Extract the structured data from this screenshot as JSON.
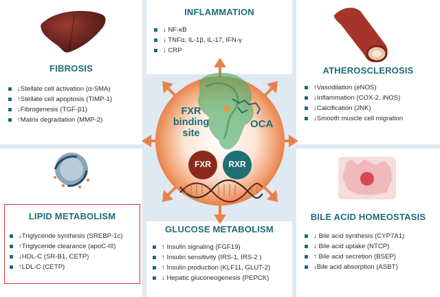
{
  "panels": {
    "fibrosis": {
      "title": "FIBROSIS",
      "items": [
        "↓Stellate cell activation (α-SMA)",
        "↑Stellate cell apoptosis (TIMP-1)",
        "↓Fibrogenesis (TGF-β1)",
        "↑Matrix degradation (MMP-2)"
      ]
    },
    "inflammation": {
      "title": "INFLAMMATION",
      "items": [
        "↓ NF-κB",
        "↓ TNFα, IL-1β, IL-17, IFN-γ",
        "↓ CRP"
      ]
    },
    "atherosclerosis": {
      "title": "ATHEROSCLEROSIS",
      "items": [
        "↑Vasodilation (eNOS)",
        "↓Inflammation (COX-2, iNOS)",
        "↓Calcification (JNK)",
        "↓Smooth muscle cell migration"
      ]
    },
    "lipid": {
      "title": "LIPID METABOLISM",
      "items": [
        "↓Triglyceride synthesis (SREBP-1c)",
        "↑Triglyceride clearance (apoC-III)",
        "↓HDL-C (SR-B1, CETP)",
        "↑LDL-C (CETP)"
      ]
    },
    "glucose": {
      "title": "GLUCOSE METABOLISM",
      "items": [
        "↑ Insulin signaling (FGF19)",
        "↑ Insulin sensitivity (IRS-1, IRS-2 )",
        "↑ Insulin production (KLF11, GLUT-2)",
        "↓ Hepatic gluconeogenesis (PEPCK)"
      ]
    },
    "bile": {
      "title": "BILE ACID HOMEOSTASIS",
      "items": [
        "↓ Bile acid synthesis (CYP7A1)",
        "↓ Bile acid uptake (NTCP)",
        "↑ Bile acid secretion (BSEP)",
        "↓Bile acid absorption (ASBT)"
      ]
    }
  },
  "center": {
    "binding_line1": "FXR",
    "binding_line2": "binding",
    "binding_line3": "site",
    "ligand": "OCA",
    "receptor1": "FXR",
    "receptor2": "RXR"
  },
  "colors": {
    "title": "#1f6a79",
    "arrow": "#e8824a",
    "receptor_fxr": "#8b2a1c",
    "receptor_rxr": "#1f6f74",
    "highlight_box": "#d0342c"
  },
  "icons": [
    "liver-icon",
    "artery-icon",
    "lipid-droplet-icon",
    "cell-icon",
    "protein-structure-icon",
    "dna-icon"
  ]
}
